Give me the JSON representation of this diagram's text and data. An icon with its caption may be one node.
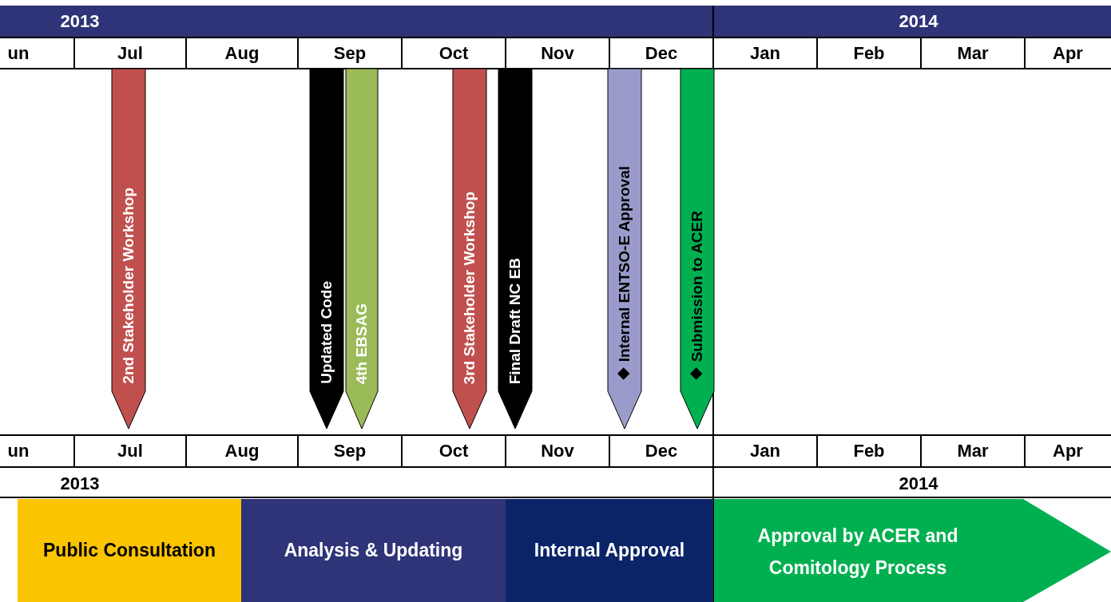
{
  "diagram": {
    "nodes": [
      {
        "text": [
          "2nd Stakeholder Workshop"
        ]
      },
      {
        "text": [
          "Updated Code"
        ]
      },
      {
        "text": [
          "4th EBSAG"
        ]
      },
      {
        "text": [
          "3rd Stakeholder Workshop"
        ]
      },
      {
        "text": [
          "Final Draft NC EB"
        ]
      },
      {
        "text": [
          "◆ Internal ENTSO-E Approval"
        ]
      },
      {
        "text": [
          "◆ Submission to ACER"
        ]
      },
      {
        "text": [
          "Public Consultation"
        ]
      },
      {
        "text": [
          "Analysis & Updating"
        ]
      },
      {
        "text": [
          "Internal Approval"
        ]
      },
      {
        "text": [
          "Approval by ACER and Comitology Process"
        ]
      }
    ],
    "labels": [
      "2013",
      "2014",
      "un",
      "Jul",
      "Aug",
      "Sep",
      "Oct",
      "Nov",
      "Dec",
      "Jan",
      "Feb",
      "Mar",
      "Apr",
      "un",
      "Jul",
      "Aug",
      "Sep",
      "Oct",
      "Nov",
      "Dec",
      "Jan",
      "Feb",
      "Mar",
      "Apr",
      "2013",
      "2014"
    ]
  }
}
